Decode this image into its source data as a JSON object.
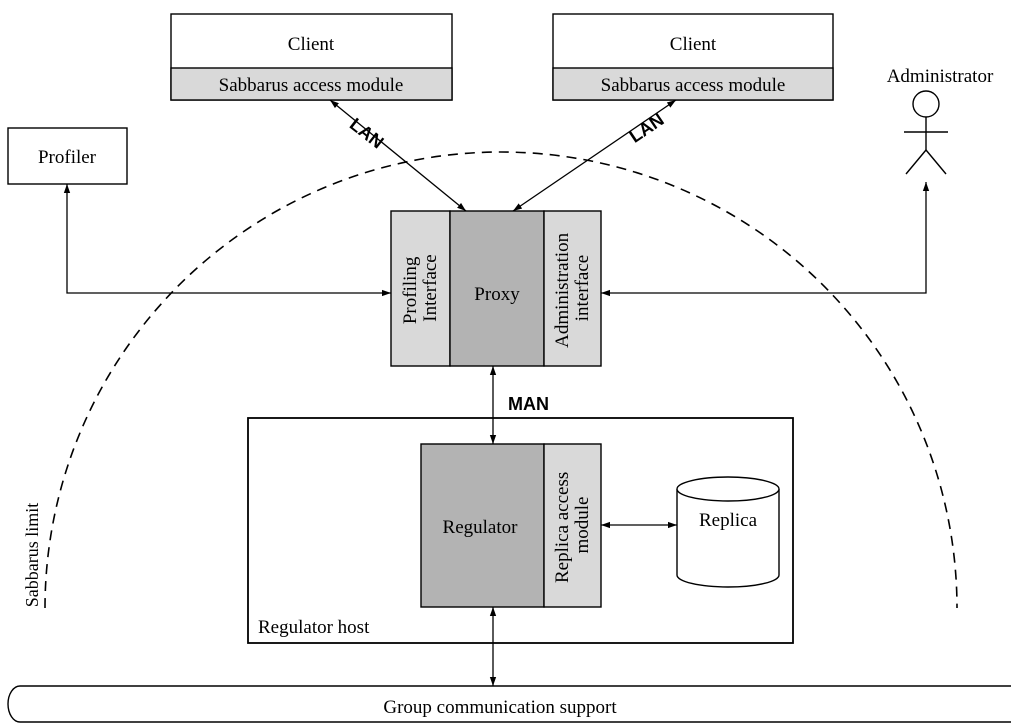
{
  "clients": [
    {
      "title": "Client",
      "module": "Sabbarus access module"
    },
    {
      "title": "Client",
      "module": "Sabbarus access module"
    }
  ],
  "profiler": "Profiler",
  "administrator": "Administrator",
  "proxy": {
    "profiling_interface": [
      "Profiling",
      "Interface"
    ],
    "center": "Proxy",
    "administration_interface": [
      "Administration",
      "interface"
    ]
  },
  "links": {
    "lan_left": "LAN",
    "lan_right": "LAN",
    "man": "MAN"
  },
  "regulator_host": {
    "label": "Regulator host",
    "regulator": "Regulator",
    "replica_access_module": [
      "Replica access",
      "module"
    ],
    "replica": "Replica"
  },
  "sabbarus_limit": "Sabbarus limit",
  "group_communication": "Group communication support",
  "colors": {
    "light_gray": "#d9d9d9",
    "dark_gray": "#b3b3b3",
    "line": "#000000"
  }
}
